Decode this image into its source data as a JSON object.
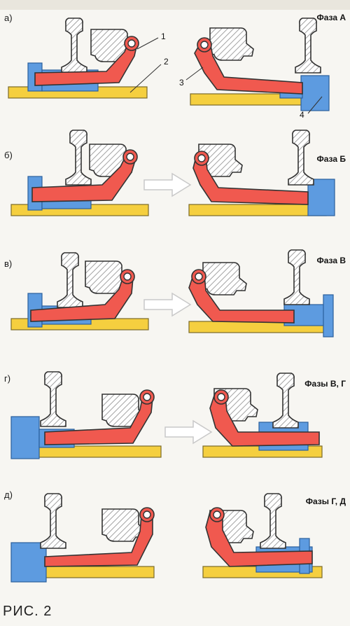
{
  "panels": [
    {
      "label": "а)",
      "phase": "Фаза А"
    },
    {
      "label": "б)",
      "phase": "Фаза Б"
    },
    {
      "label": "в)",
      "phase": "Фаза В"
    },
    {
      "label": "г)",
      "phase": "Фазы В, Г"
    },
    {
      "label": "д)",
      "phase": "Фазы Г, Д"
    }
  ],
  "callouts": [
    "1",
    "2",
    "3",
    "4"
  ],
  "caption": "РИС. 2",
  "colors": {
    "bar": "#f0594f",
    "base": "#f5cf3f",
    "block": "#5d9be0",
    "rail_hatch": "#888888",
    "arrow": "#ffffff"
  }
}
